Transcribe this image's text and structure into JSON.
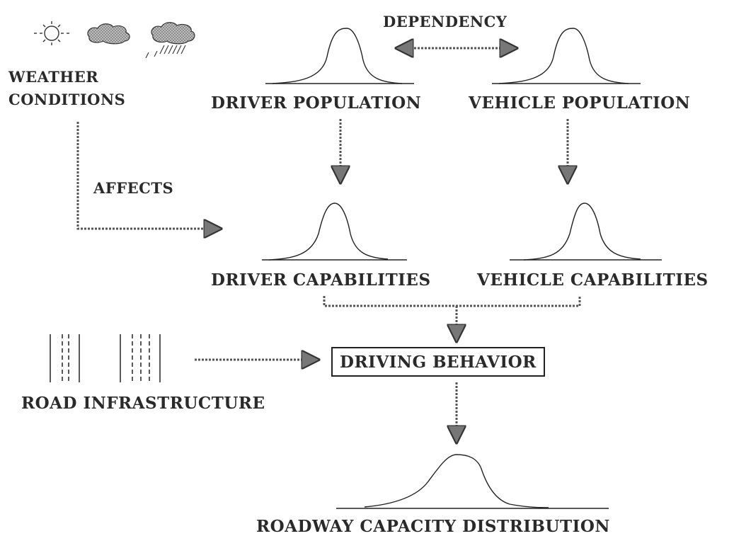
{
  "labels": {
    "dependency": "DEPENDENCY",
    "weather_line1": "WEATHER",
    "weather_line2": "CONDITIONS",
    "driver_population": "DRIVER POPULATION",
    "vehicle_population": "VEHICLE POPULATION",
    "affects": "AFFECTS",
    "driver_capabilities": "DRIVER CAPABILITIES",
    "vehicle_capabilities": "VEHICLE CAPABILITIES",
    "driving_behavior": "DRIVING BEHAVIOR",
    "road_infrastructure": "ROAD INFRASTRUCTURE",
    "roadway_capacity": "ROADWAY CAPACITY DISTRIBUTION"
  },
  "icons": {
    "weather": [
      "sun-icon",
      "cloud-icon",
      "rain-cloud-icon"
    ],
    "road": [
      "two-lane-road-icon",
      "three-lane-road-icon"
    ],
    "distribution": "bell-curve-icon"
  },
  "colors": {
    "line": "#222222",
    "arrow": "#555555"
  }
}
